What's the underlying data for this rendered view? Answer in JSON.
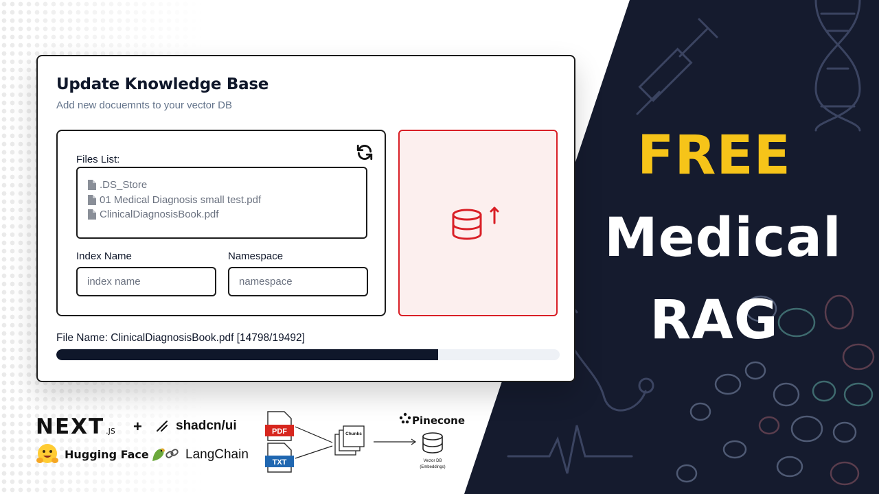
{
  "card": {
    "title": "Update Knowledge Base",
    "subtitle": "Add new docuemnts to your vector DB",
    "files_label": "Files List:",
    "files": [
      ".DS_Store",
      "01 Medical Diagnosis small test.pdf",
      "ClinicalDiagnosisBook.pdf"
    ],
    "index_name_label": "Index Name",
    "index_name_placeholder": "index name",
    "namespace_label": "Namespace",
    "namespace_placeholder": "namespace",
    "upload_icon": "database-upload-icon",
    "refresh_icon": "refresh-icon",
    "status_text": "File Name: ClinicalDiagnosisBook.pdf [14798/19492]",
    "progress": {
      "current": 14798,
      "total": 19492
    }
  },
  "hero": {
    "line1": "FREE",
    "line2": "Medical",
    "line3": "RAG"
  },
  "tech": {
    "next_main": "NEXT",
    "next_sub": ".JS",
    "plus": "+",
    "shadcn": "shadcn/ui",
    "huggingface": "Hugging Face",
    "langchain": "LangChain"
  },
  "pipeline": {
    "pdf_label": "PDF",
    "txt_label": "TXT",
    "chunks_label": "Chunks",
    "pinecone_label": "Pinecone",
    "vectordb_label": "Vector DB",
    "embeddings_label": "(Embeddings)"
  },
  "colors": {
    "dark_panel": "#151b2e",
    "accent_yellow": "#f6c419",
    "upload_red": "#d91f26",
    "progress_fill": "#0f172a"
  }
}
